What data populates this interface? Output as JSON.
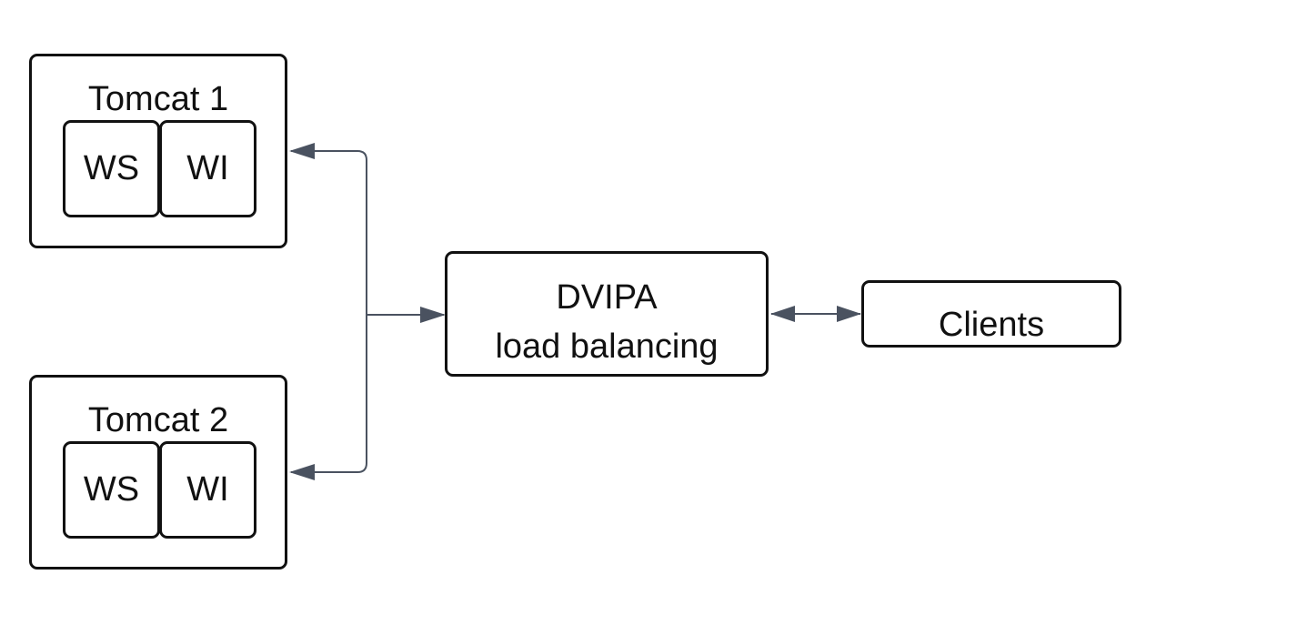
{
  "nodes": {
    "tomcat1": {
      "title": "Tomcat 1",
      "ws": "WS",
      "wi": "WI"
    },
    "tomcat2": {
      "title": "Tomcat 2",
      "ws": "WS",
      "wi": "WI"
    },
    "dvipa": {
      "line1": "DVIPA",
      "line2": "load balancing"
    },
    "clients": {
      "label": "Clients"
    }
  },
  "edges": [
    {
      "from": "dvipa",
      "to": "tomcat1",
      "direction": "bidirectional"
    },
    {
      "from": "dvipa",
      "to": "tomcat2",
      "direction": "bidirectional"
    },
    {
      "from": "dvipa",
      "to": "clients",
      "direction": "bidirectional"
    }
  ],
  "colors": {
    "box_border": "#111111",
    "connector": "#4a5260",
    "background": "#ffffff"
  }
}
